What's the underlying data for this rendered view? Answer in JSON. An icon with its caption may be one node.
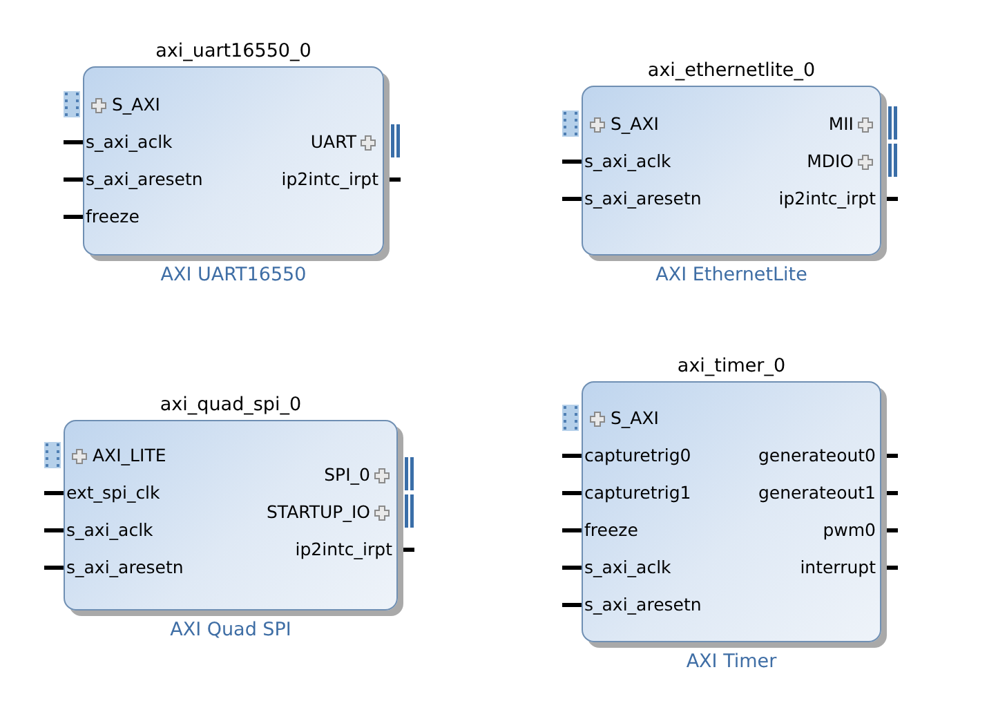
{
  "diagram": {
    "nodes": [
      {
        "text": [
          "axi_uart16550_0",
          "S_AXI",
          "s_axi_aclk",
          "s_axi_aresetn",
          "freeze",
          "UART",
          "ip2intc_irpt"
        ],
        "beside": [
          "AXI UART16550"
        ]
      },
      {
        "text": [
          "axi_ethernetlite_0",
          "S_AXI",
          "s_axi_aclk",
          "s_axi_aresetn",
          "MII",
          "MDIO",
          "ip2intc_irpt"
        ],
        "beside": [
          "AXI EthernetLite"
        ]
      },
      {
        "text": [
          "axi_quad_spi_0",
          "AXI_LITE",
          "ext_spi_clk",
          "s_axi_aclk",
          "s_axi_aresetn",
          "SPI_0",
          "STARTUP_IO",
          "ip2intc_irpt"
        ],
        "beside": [
          "AXI Quad SPI"
        ]
      },
      {
        "text": [
          "axi_timer_0",
          "S_AXI",
          "capturetrig0",
          "capturetrig1",
          "freeze",
          "s_axi_aclk",
          "s_axi_aresetn",
          "generateout0",
          "generateout1",
          "pwm0",
          "interrupt"
        ],
        "beside": [
          "AXI Timer"
        ]
      }
    ]
  }
}
